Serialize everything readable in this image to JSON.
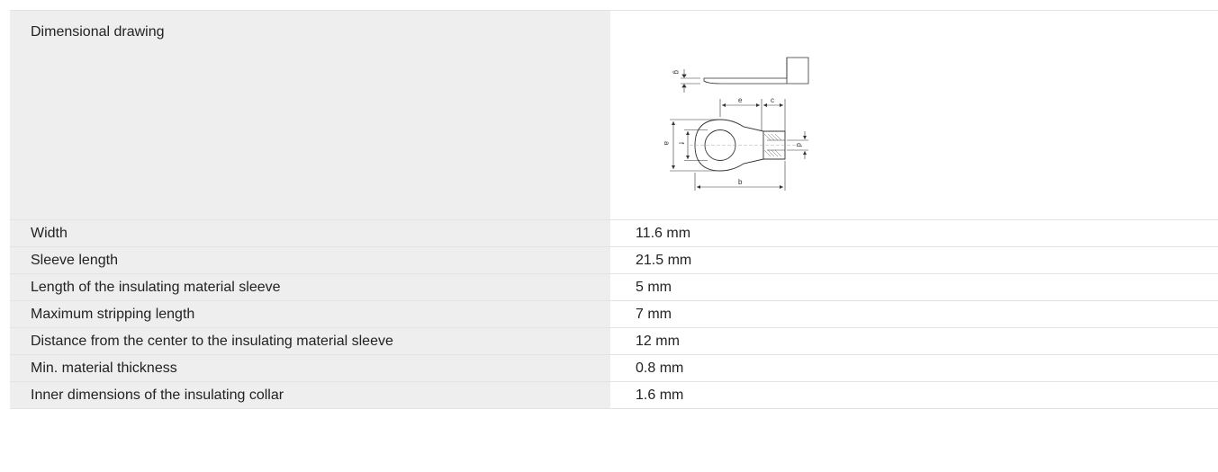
{
  "drawing": {
    "label": "Dimensional drawing",
    "dimension_letters": {
      "a": "a",
      "b": "b",
      "c": "c",
      "d": "d",
      "e": "e",
      "f": "f",
      "g": "g"
    }
  },
  "rows": [
    {
      "label": "Width",
      "value": "11.6 mm"
    },
    {
      "label": "Sleeve length",
      "value": "21.5 mm"
    },
    {
      "label": "Length of the insulating material sleeve",
      "value": "5 mm"
    },
    {
      "label": "Maximum stripping length",
      "value": "7 mm"
    },
    {
      "label": "Distance from the center to the insulating material sleeve",
      "value": "12 mm"
    },
    {
      "label": "Min. material thickness",
      "value": "0.8 mm"
    },
    {
      "label": "Inner dimensions of the insulating collar",
      "value": "1.6 mm"
    }
  ],
  "colors": {
    "label_bg": "#eeeeee",
    "border": "#e3e3e3",
    "text": "#222222"
  }
}
